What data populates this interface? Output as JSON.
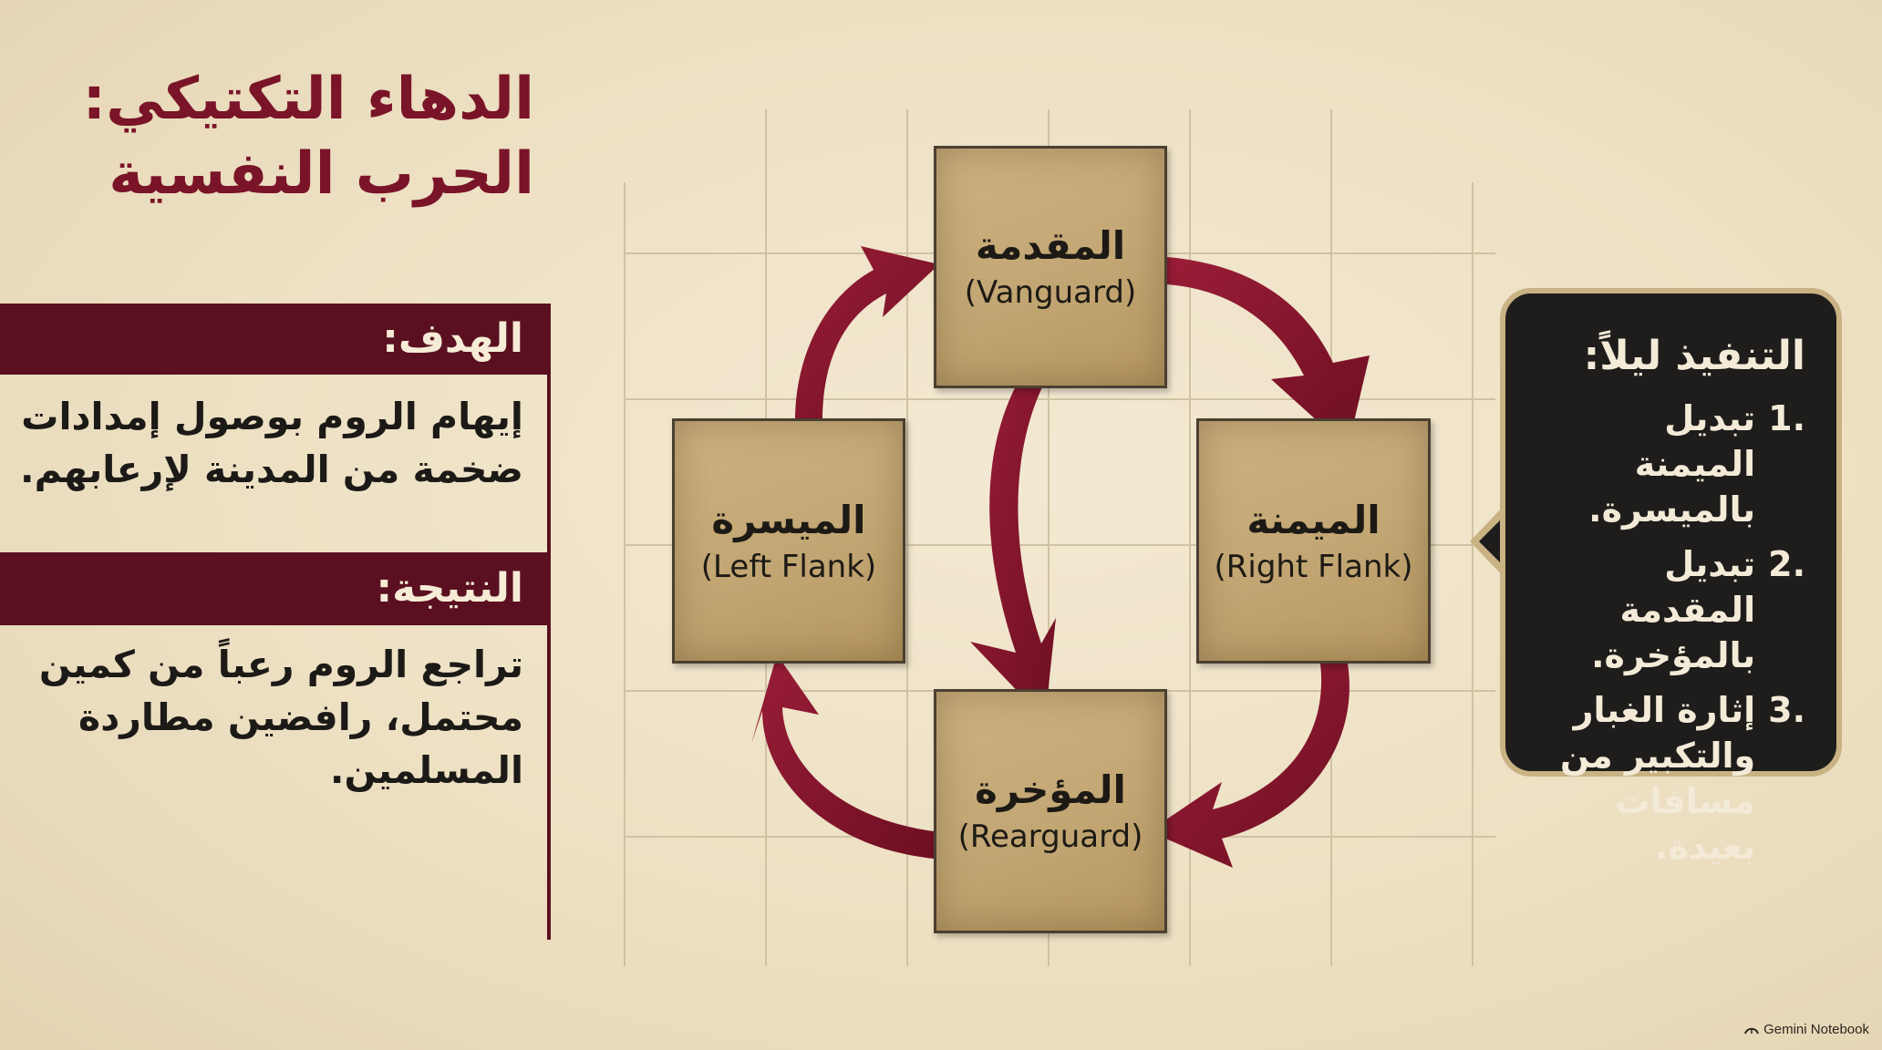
{
  "title": {
    "line1": "الدهاء التكتيكي:",
    "line2": "الحرب النفسية"
  },
  "goal": {
    "heading": "الهدف:",
    "line1": "إيهام الروم بوصول إمدادات",
    "line2": "ضخمة من المدينة لإرعابهم."
  },
  "result": {
    "heading": "النتيجة:",
    "line1": "تراجع الروم رعباً من كمين",
    "line2": "محتمل، رافضين مطاردة",
    "line3": "المسلمين."
  },
  "nodes": {
    "vanguard": {
      "ar": "المقدمة",
      "en": "(Vanguard)"
    },
    "right": {
      "ar": "الميمنة",
      "en": "(Right Flank)"
    },
    "left": {
      "ar": "الميسرة",
      "en": "(Left Flank)"
    },
    "rear": {
      "ar": "المؤخرة",
      "en": "(Rearguard)"
    }
  },
  "night": {
    "heading": "التنفيذ ليلاً:",
    "items": [
      {
        "num": ".1",
        "line1": "تبديل الميمنة",
        "line2": "بالميسرة."
      },
      {
        "num": ".2",
        "line1": "تبديل المقدمة",
        "line2": "بالمؤخرة."
      },
      {
        "num": ".3",
        "line1": "إثارة الغبار",
        "line2": "والتكبير من",
        "line3": "مسافات بعيدة."
      }
    ]
  },
  "brand": {
    "name": "Gemini Notebook"
  },
  "colors": {
    "accent": "#7a1428",
    "band": "#5a1020",
    "arrow": "#8a1730",
    "node": "#c2a673",
    "panel": "#1e1d1b"
  }
}
